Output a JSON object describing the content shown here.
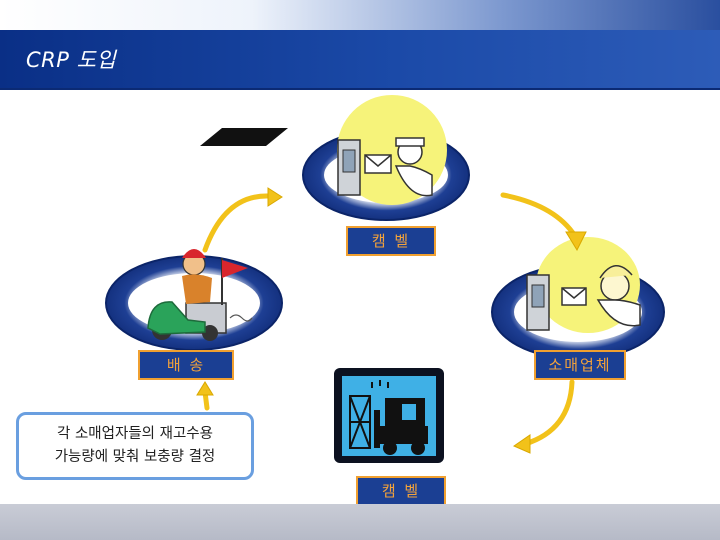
{
  "slide": {
    "title": "CRP 도입"
  },
  "labels": {
    "top_node": "캠 벨",
    "right_node": "소매업체",
    "left_node": "배 송",
    "bottom_node": "캠 벨"
  },
  "note": {
    "text": "각 소매업자들의 재고수용\n가능량에 맞춰 보충량 결정"
  },
  "colors": {
    "header": "#1b4aa8",
    "label_fill": "#1b3f93",
    "label_text": "#f3a23a",
    "arrow": "#f2c21a",
    "note_border": "#6a9fe0"
  },
  "icons": {
    "top": "office-worker-email-icon",
    "right": "woman-email-icon",
    "left": "scooter-delivery-icon",
    "bottom": "forklift-warehouse-icon"
  }
}
